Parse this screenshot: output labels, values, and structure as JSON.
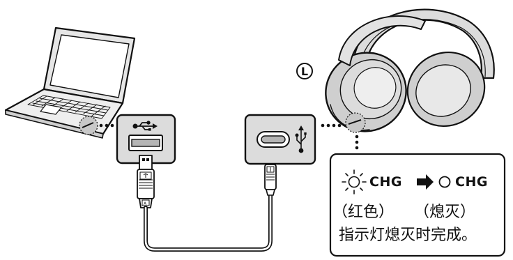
{
  "headphone_side_label": "L",
  "status": {
    "before_label": "CHG",
    "after_label": "CHG",
    "before_state": "（红色）",
    "after_state": "（熄灭）",
    "instruction": "指示灯熄灭时完成。"
  },
  "colors": {
    "line": "#111111",
    "device_gray": "#dcdcdc",
    "port_gray": "#b5b5b5",
    "headphone_gray": "#cfcfcf",
    "highlight_gray": "#c8c8c8"
  }
}
